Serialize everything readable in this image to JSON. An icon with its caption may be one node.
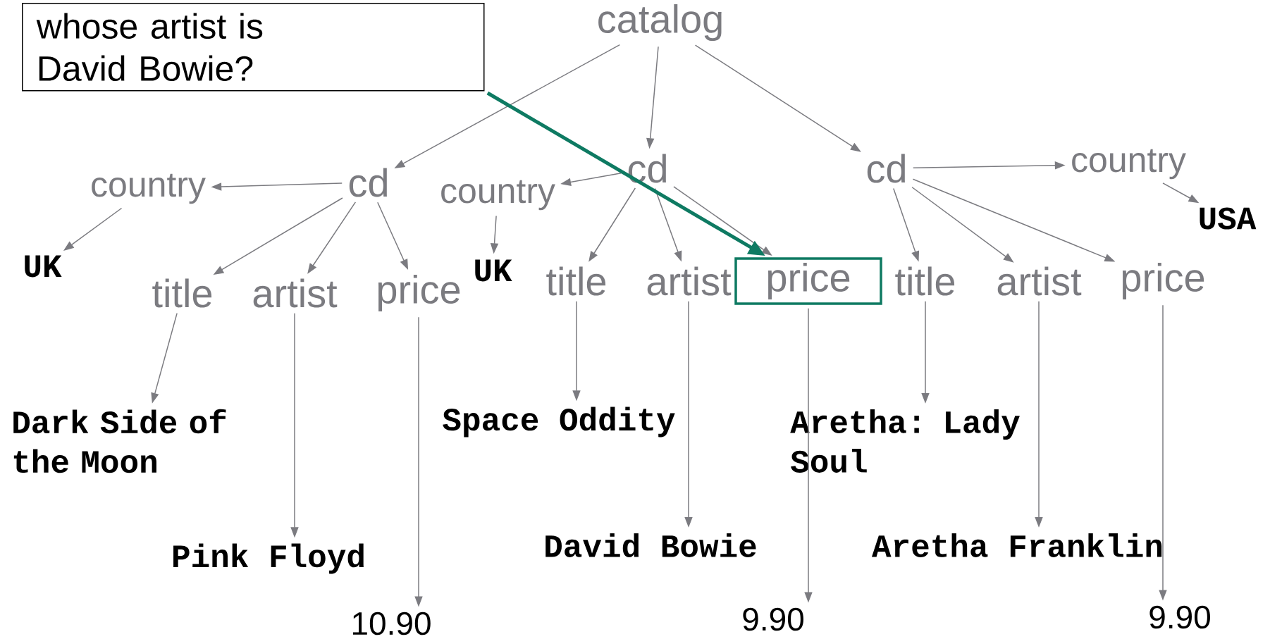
{
  "diagram": {
    "nodes": [
      {
        "text": [
          "whose artist is David Bowie?"
        ]
      },
      {
        "text": [
          "catalog"
        ]
      },
      {
        "text": [
          "cd"
        ]
      },
      {
        "text": [
          "cd"
        ]
      },
      {
        "text": [
          "cd"
        ]
      },
      {
        "text": [
          "country"
        ]
      },
      {
        "text": [
          "country"
        ]
      },
      {
        "text": [
          "country"
        ]
      },
      {
        "text": [
          "UK"
        ]
      },
      {
        "text": [
          "UK"
        ]
      },
      {
        "text": [
          "USA"
        ]
      },
      {
        "text": [
          "title"
        ]
      },
      {
        "text": [
          "artist"
        ]
      },
      {
        "text": [
          "price"
        ]
      },
      {
        "text": [
          "title"
        ]
      },
      {
        "text": [
          "artist"
        ]
      },
      {
        "text": [
          "price"
        ]
      },
      {
        "text": [
          "title"
        ]
      },
      {
        "text": [
          "artist"
        ]
      },
      {
        "text": [
          "price"
        ]
      },
      {
        "text": [
          "Dark Side of the Moon"
        ]
      },
      {
        "text": [
          "Space Oddity"
        ]
      },
      {
        "text": [
          "Aretha: Lady Soul"
        ]
      },
      {
        "text": [
          "Pink Floyd"
        ]
      },
      {
        "text": [
          "David Bowie"
        ]
      },
      {
        "text": [
          "Aretha Franklin"
        ]
      },
      {
        "text": [
          "10.90"
        ]
      },
      {
        "text": [
          "9.90"
        ]
      },
      {
        "text": [
          "9.90"
        ]
      }
    ],
    "edges": [
      {
        "from": 1,
        "to": 2,
        "arrow": "to"
      },
      {
        "from": 1,
        "to": 3,
        "arrow": "to"
      },
      {
        "from": 1,
        "to": 4,
        "arrow": "to"
      },
      {
        "from": 2,
        "to": 5,
        "arrow": "to"
      },
      {
        "from": 5,
        "to": 8,
        "arrow": "to"
      },
      {
        "from": 2,
        "to": 11,
        "arrow": "to"
      },
      {
        "from": 2,
        "to": 12,
        "arrow": "to"
      },
      {
        "from": 2,
        "to": 13,
        "arrow": "to"
      },
      {
        "from": 11,
        "to": 20,
        "arrow": "to"
      },
      {
        "from": 12,
        "to": 23,
        "arrow": "to"
      },
      {
        "from": 13,
        "to": 26,
        "arrow": "to"
      },
      {
        "from": 3,
        "to": 6,
        "arrow": "to"
      },
      {
        "from": 6,
        "to": 9,
        "arrow": "to"
      },
      {
        "from": 3,
        "to": 14,
        "arrow": "to"
      },
      {
        "from": 3,
        "to": 15,
        "arrow": "to"
      },
      {
        "from": 3,
        "to": 16,
        "arrow": "to"
      },
      {
        "from": 14,
        "to": 21,
        "arrow": "to"
      },
      {
        "from": 15,
        "to": 24,
        "arrow": "to"
      },
      {
        "from": 16,
        "to": 27,
        "arrow": "to"
      },
      {
        "from": 4,
        "to": 7,
        "arrow": "to"
      },
      {
        "from": 7,
        "to": 10,
        "arrow": "to"
      },
      {
        "from": 4,
        "to": 17,
        "arrow": "to"
      },
      {
        "from": 4,
        "to": 18,
        "arrow": "to"
      },
      {
        "from": 4,
        "to": 19,
        "arrow": "to"
      },
      {
        "from": 17,
        "to": 22,
        "arrow": "to"
      },
      {
        "from": 18,
        "to": 25,
        "arrow": "to"
      },
      {
        "from": 19,
        "to": 28,
        "arrow": "to"
      },
      {
        "from": 0,
        "to": 16,
        "arrow": "to",
        "style": "thick",
        "color": "#0e7a62"
      }
    ]
  }
}
